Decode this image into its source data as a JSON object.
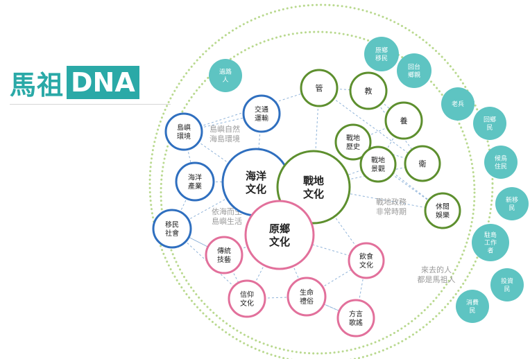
{
  "logo": {
    "cn": "馬祖",
    "dna": "DNA"
  },
  "colors": {
    "ocean": "#2f6fbf",
    "battle": "#5d8f2e",
    "homeland": "#e2709b",
    "people": "#5ec4c2",
    "dots": "#b9d98f",
    "link": "#8fb3d9",
    "caption": "#9a9a9a"
  },
  "captions": {
    "nature": [
      "島嶼自然",
      "海島環境"
    ],
    "sea_life": [
      "依海而生",
      "島嶼生活"
    ],
    "battlefield": [
      "戰地政務",
      "非常時期"
    ],
    "people": [
      "來去的人",
      "都是馬祖人"
    ]
  },
  "nodes": {
    "core": {
      "ocean": [
        "海洋",
        "文化"
      ],
      "battle": [
        "戰地",
        "文化"
      ],
      "homeland": [
        "原鄉",
        "文化"
      ]
    },
    "ocean": {
      "island_env": [
        "島嶼",
        "環境"
      ],
      "transport": [
        "交通",
        "運輸"
      ],
      "marine": [
        "海洋",
        "產業"
      ],
      "migrant_society": [
        "移民",
        "社會"
      ]
    },
    "battle": {
      "guan": [
        "管"
      ],
      "jiao": [
        "教"
      ],
      "yang": [
        "養"
      ],
      "wei": [
        "衛"
      ],
      "history": [
        "戰地",
        "歷史"
      ],
      "landscape": [
        "戰地",
        "景觀"
      ],
      "leisure": [
        "休閒",
        "娛樂"
      ]
    },
    "homeland": {
      "craft": [
        "傳統",
        "技藝"
      ],
      "food": [
        "飲食",
        "文化"
      ],
      "faith": [
        "信仰",
        "文化"
      ],
      "life_rites": [
        "生命",
        "禮俗"
      ],
      "dialect": [
        "方言",
        "歌謠"
      ]
    },
    "people": {
      "passerby": [
        "過路",
        "人"
      ],
      "origin_migrants": [
        "原鄉",
        "移民"
      ],
      "taiwan_returned": [
        "回台",
        "鄉親"
      ],
      "veterans": [
        "老兵"
      ],
      "returnees": [
        "回鄉",
        "民"
      ],
      "settlers": [
        "候鳥",
        "住民"
      ],
      "new_immigrants": [
        "新移",
        "民"
      ],
      "island_workers": [
        "駐島",
        "工作",
        "者"
      ],
      "investors": [
        "投資",
        "民"
      ],
      "consumers": [
        "消費",
        "民"
      ]
    }
  }
}
